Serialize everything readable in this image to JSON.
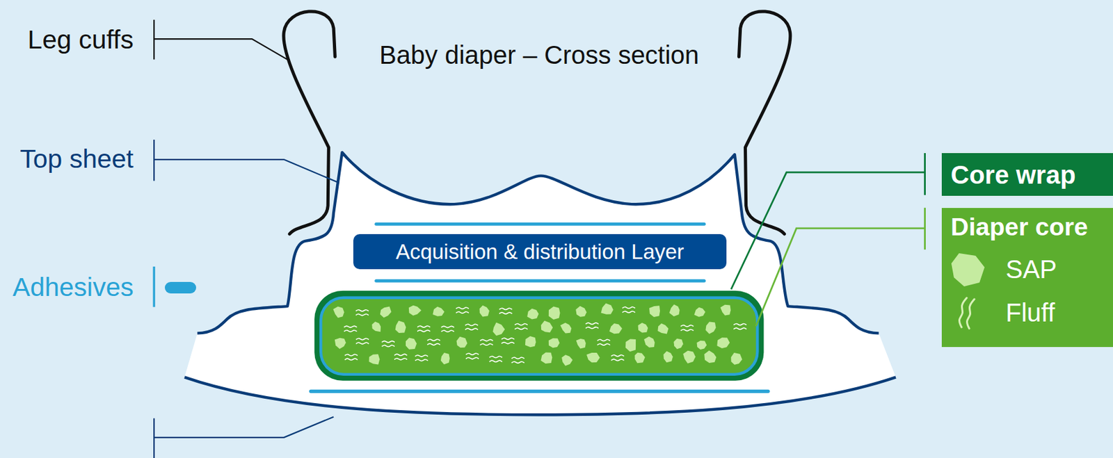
{
  "diagram": {
    "title": "Baby diaper – Cross section",
    "nodes": [
      {
        "text": [
          "Acquisition & distribution Layer"
        ]
      },
      {
        "text": [
          "Core wrap"
        ]
      },
      {
        "text": [
          "Diaper core"
        ]
      }
    ],
    "labels": [
      "Leg cuffs",
      "Top sheet"
    ],
    "legend": [
      {
        "text": "Adhesives",
        "color": "#29a3d6"
      },
      {
        "text": "SAP"
      },
      {
        "text": "Fluff"
      }
    ]
  }
}
